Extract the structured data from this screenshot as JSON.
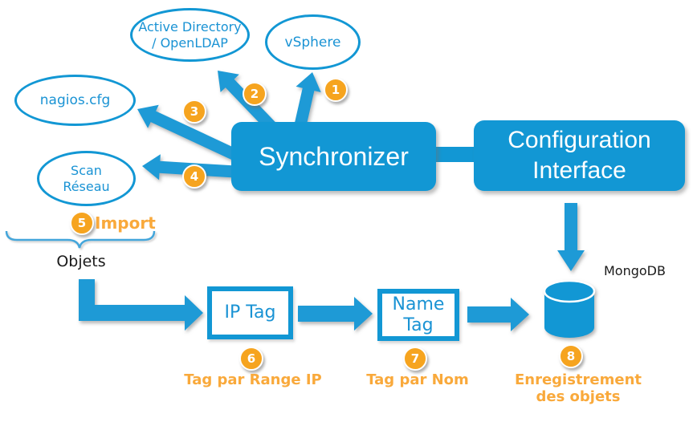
{
  "diagram": {
    "sources": [
      {
        "id": "active-directory",
        "label": "Active Directory\n/ OpenLDAP"
      },
      {
        "id": "vsphere",
        "label": "vSphere"
      },
      {
        "id": "nagios",
        "label": "nagios.cfg"
      },
      {
        "id": "scan-reseau",
        "label": "Scan\nRéseau"
      }
    ],
    "main_boxes": [
      {
        "id": "synchronizer",
        "label": "Synchronizer"
      },
      {
        "id": "configuration-interface",
        "label": "Configuration\nInterface"
      }
    ],
    "tag_boxes": [
      {
        "id": "ip-tag",
        "label": "IP Tag"
      },
      {
        "id": "name-tag",
        "label": "Name\nTag"
      }
    ],
    "badges": [
      "1",
      "2",
      "3",
      "4",
      "5",
      "6",
      "7",
      "8"
    ],
    "labels": {
      "import": "Import",
      "objets": "Objets",
      "mongodb": "MongoDB",
      "tag_par_range_ip": "Tag par Range IP",
      "tag_par_nom": "Tag par Nom",
      "enregistrement": "Enregistrement\ndes objets"
    },
    "colors": {
      "blue": "#1297d4",
      "badge_orange": "#f6a41f",
      "label_orange": "#f9a93b"
    }
  }
}
